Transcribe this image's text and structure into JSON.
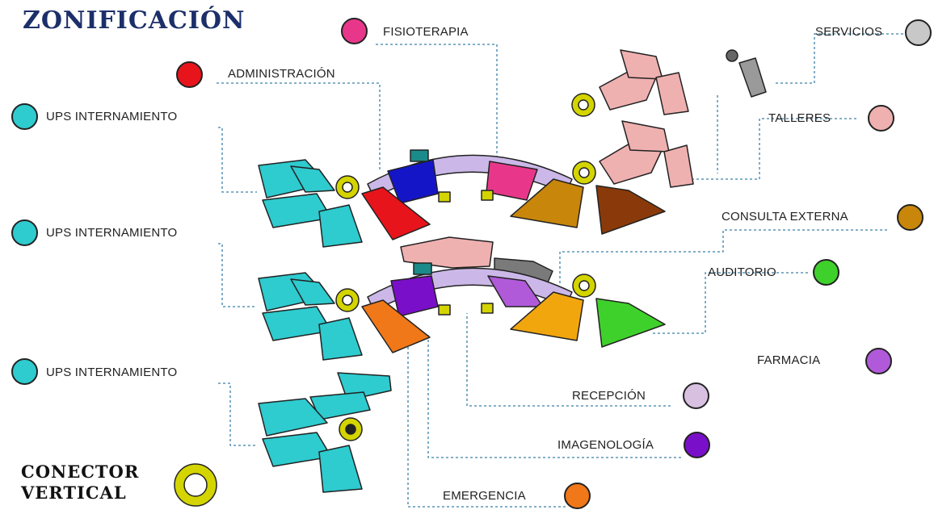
{
  "title": "ZONIFICACIÓN",
  "legend": {
    "conector_line1": "CONECTOR",
    "conector_line2": "VERTICAL",
    "conector_color": "#d4d400"
  },
  "labels": {
    "ups1": "UPS INTERNAMIENTO",
    "ups2": "UPS INTERNAMIENTO",
    "ups3": "UPS INTERNAMIENTO",
    "administracion": "ADMINISTRACIÓN",
    "fisioterapia": "FISIOTERAPIA",
    "servicios": "SERVICIOS",
    "talleres": "TALLERES",
    "consulta_externa": "CONSULTA EXTERNA",
    "auditorio": "AUDITORIO",
    "farmacia": "FARMACIA",
    "recepcion": "RECEPCIÓN",
    "imagenologia": "IMAGENOLOGÍA",
    "emergencia": "EMERGENCIA"
  },
  "colors": {
    "ups": "#2ecbcf",
    "administracion": "#e8141c",
    "fisioterapia": "#e8378a",
    "servicios": "#c8c8c8",
    "talleres": "#efb1b0",
    "consulta_externa": "#c8860b",
    "auditorio": "#3fd12b",
    "farmacia": "#b15ad9",
    "recepcion": "#d7c0e0",
    "imagenologia": "#7a0fc9",
    "emergencia": "#f07818",
    "arc": "#cbb8e8",
    "brown": "#8a3a0a",
    "teal_dark": "#1b8a8a"
  }
}
